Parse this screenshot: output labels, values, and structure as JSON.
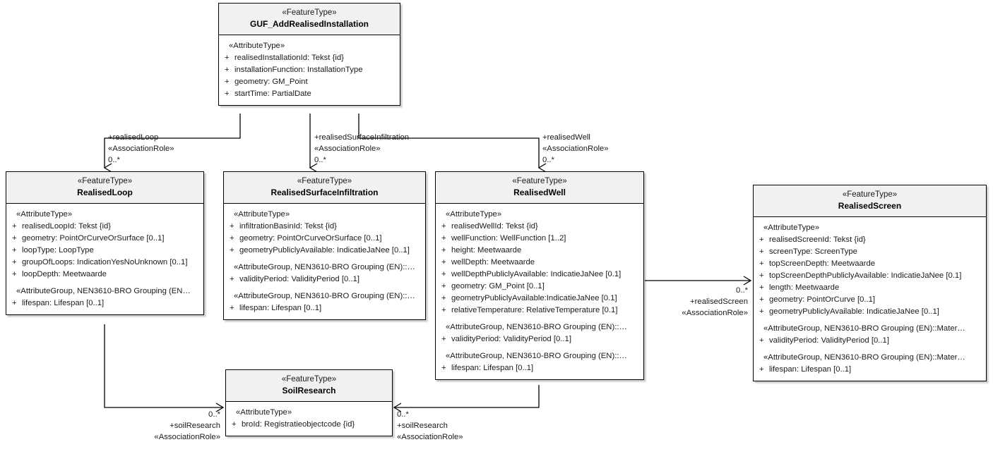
{
  "diagram": {
    "type": "uml-class-diagram",
    "title": "GUF_AddRealisedInstallation UML class diagram",
    "background": "#ffffff",
    "header_fill": "#f1f1f1",
    "body_fill": "#ffffff",
    "line_color": "#000000"
  },
  "classes": [
    {
      "id": "guf",
      "stereotype": "«FeatureType»",
      "name": "GUF_AddRealisedInstallation",
      "groups": [
        {
          "label": "«AttributeType»",
          "attributes": [
            {
              "vis": "+",
              "text": "realisedInstallationId: Tekst {id}"
            },
            {
              "vis": "+",
              "text": "installationFunction: InstallationType"
            },
            {
              "vis": "+",
              "text": "geometry: GM_Point"
            },
            {
              "vis": "+",
              "text": "startTime: PartialDate"
            }
          ]
        }
      ]
    },
    {
      "id": "realised_loop",
      "stereotype": "«FeatureType»",
      "name": "RealisedLoop",
      "groups": [
        {
          "label": "«AttributeType»",
          "attributes": [
            {
              "vis": "+",
              "text": "realisedLoopId: Tekst {id}"
            },
            {
              "vis": "+",
              "text": "geometry: PointOrCurveOrSurface [0..1]"
            },
            {
              "vis": "+",
              "text": "loopType: LoopType"
            },
            {
              "vis": "+",
              "text": "groupOfLoops: IndicationYesNoUnknown [0..1]"
            },
            {
              "vis": "+",
              "text": "loopDepth: Meetwaarde"
            }
          ]
        },
        {
          "label": "«AttributeGroup, NEN3610-BRO Grouping (EN…",
          "attributes": [
            {
              "vis": "+",
              "text": "lifespan: Lifespan [0..1]"
            }
          ]
        }
      ]
    },
    {
      "id": "realised_surface_infiltration",
      "stereotype": "«FeatureType»",
      "name": "RealisedSurfaceInfiltration",
      "groups": [
        {
          "label": "«AttributeType»",
          "attributes": [
            {
              "vis": "+",
              "text": "infiltrationBasinId: Tekst {id}"
            },
            {
              "vis": "+",
              "text": "geometry: PointOrCurveOrSurface [0..1]"
            },
            {
              "vis": "+",
              "text": "geometryPubliclyAvailable: IndicatieJaNee [0..1]"
            }
          ]
        },
        {
          "label": "«AttributeGroup, NEN3610-BRO Grouping (EN)::…",
          "attributes": [
            {
              "vis": "+",
              "text": "validityPeriod: ValidityPeriod [0..1]"
            }
          ]
        },
        {
          "label": "«AttributeGroup, NEN3610-BRO Grouping (EN)::…",
          "attributes": [
            {
              "vis": "+",
              "text": "lifespan: Lifespan [0..1]"
            }
          ]
        }
      ]
    },
    {
      "id": "realised_well",
      "stereotype": "«FeatureType»",
      "name": "RealisedWell",
      "groups": [
        {
          "label": "«AttributeType»",
          "attributes": [
            {
              "vis": "+",
              "text": "realisedWellId: Tekst {id}"
            },
            {
              "vis": "+",
              "text": "wellFunction: WellFunction [1..2]"
            },
            {
              "vis": "+",
              "text": "height: Meetwaarde"
            },
            {
              "vis": "+",
              "text": "wellDepth: Meetwaarde"
            },
            {
              "vis": "+",
              "text": "wellDepthPubliclyAvailable: IndicatieJaNee [0.1]"
            },
            {
              "vis": "+",
              "text": "geometry: GM_Point [0..1]"
            },
            {
              "vis": "+",
              "text": "geometryPubliclyAvailable:IndicatieJaNee [0.1]"
            },
            {
              "vis": "+",
              "text": "relativeTemperature: RelativeTemperature [0.1]"
            }
          ]
        },
        {
          "label": "«AttributeGroup, NEN3610-BRO Grouping (EN)::…",
          "attributes": [
            {
              "vis": "+",
              "text": "validityPeriod: ValidityPeriod [0..1]"
            }
          ]
        },
        {
          "label": "«AttributeGroup, NEN3610-BRO Grouping (EN)::…",
          "attributes": [
            {
              "vis": "+",
              "text": "lifespan: Lifespan [0..1]"
            }
          ]
        }
      ]
    },
    {
      "id": "realised_screen",
      "stereotype": "«FeatureType»",
      "name": "RealisedScreen",
      "groups": [
        {
          "label": "«AttributeType»",
          "attributes": [
            {
              "vis": "+",
              "text": "realisedScreenId: Tekst {id}"
            },
            {
              "vis": "+",
              "text": "screenType: ScreenType"
            },
            {
              "vis": "+",
              "text": "topScreenDepth: Meetwaarde"
            },
            {
              "vis": "+",
              "text": "topScreenDepthPubliclyAvailable: IndicatieJaNee [0.1]"
            },
            {
              "vis": "+",
              "text": "length: Meetwaarde"
            },
            {
              "vis": "+",
              "text": "geometry: PointOrCurve [0..1]"
            },
            {
              "vis": "+",
              "text": "geometryPubliclyAvailable: IndicatieJaNee [0..1]"
            }
          ]
        },
        {
          "label": "«AttributeGroup, NEN3610-BRO Grouping (EN)::Mater…",
          "attributes": [
            {
              "vis": "+",
              "text": "validityPeriod: ValidityPeriod [0..1]"
            }
          ]
        },
        {
          "label": "«AttributeGroup, NEN3610-BRO Grouping (EN)::Mater…",
          "attributes": [
            {
              "vis": "+",
              "text": "lifespan: Lifespan [0..1]"
            }
          ]
        }
      ]
    },
    {
      "id": "soil_research",
      "stereotype": "«FeatureType»",
      "name": "SoilResearch",
      "groups": [
        {
          "label": "«AttributeType»",
          "attributes": [
            {
              "vis": "+",
              "text": "broId: Registratieobjectcode {id}"
            }
          ]
        }
      ]
    }
  ],
  "associations": [
    {
      "id": "assoc_realised_loop",
      "role": "+realisedLoop",
      "stereotype": "«AssociationRole»",
      "multiplicity": "0..*"
    },
    {
      "id": "assoc_realised_surface_infiltration",
      "role": "+realisedSurfaceInfiltration",
      "stereotype": "«AssociationRole»",
      "multiplicity": "0..*"
    },
    {
      "id": "assoc_realised_well",
      "role": "+realisedWell",
      "stereotype": "«AssociationRole»",
      "multiplicity": "0..*"
    },
    {
      "id": "assoc_realised_screen",
      "role": "+realisedScreen",
      "stereotype": "«AssociationRole»",
      "multiplicity": "0..*"
    },
    {
      "id": "assoc_soil_research_loop",
      "role": "+soilResearch",
      "stereotype": "«AssociationRole»",
      "multiplicity": "0..*"
    },
    {
      "id": "assoc_soil_research_well",
      "role": "+soilResearch",
      "stereotype": "«AssociationRole»",
      "multiplicity": "0..*"
    }
  ]
}
